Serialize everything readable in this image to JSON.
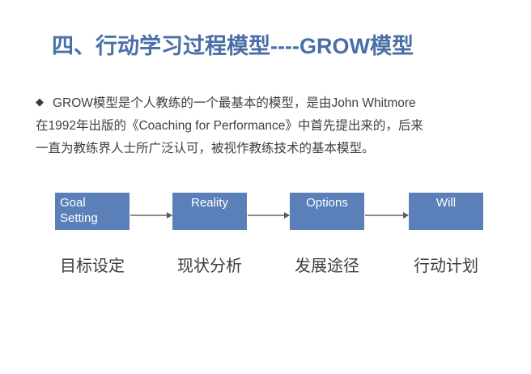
{
  "slide": {
    "title": "四、行动学习过程模型----GROW模型",
    "title_color": "#4A6FA8",
    "background_color": "#ffffff"
  },
  "body": {
    "bullet_glyph": "◆",
    "bullet_icon_name": "diamond-bullet-icon",
    "lines": [
      "GROW模型是个人教练的一个最基本的模型，是由John Whitmore",
      "在1992年出版的《Coaching for Performance》中首先提出来的，后来",
      "一直为教练界人士所广泛认可，被视作教练技术的基本模型。"
    ],
    "text_color": "#3f3f3f"
  },
  "diagram": {
    "box_fill_color": "#5B7FB9",
    "box_text_color": "#ffffff",
    "arrow_color": "#8a8a8a",
    "boxes": [
      {
        "label": "Goal\nSetting",
        "label_line1": "Goal",
        "label_line2": "Setting",
        "caption": "目标设定"
      },
      {
        "label": "Reality",
        "label_line1": "Reality",
        "label_line2": "",
        "caption": "现状分析"
      },
      {
        "label": "Options",
        "label_line1": "Options",
        "label_line2": "",
        "caption": "发展途径"
      },
      {
        "label": "Will",
        "label_line1": "Will",
        "label_line2": "",
        "caption": "行动计划"
      }
    ],
    "arrow_count": 3,
    "caption_color": "#3d3d3d"
  }
}
